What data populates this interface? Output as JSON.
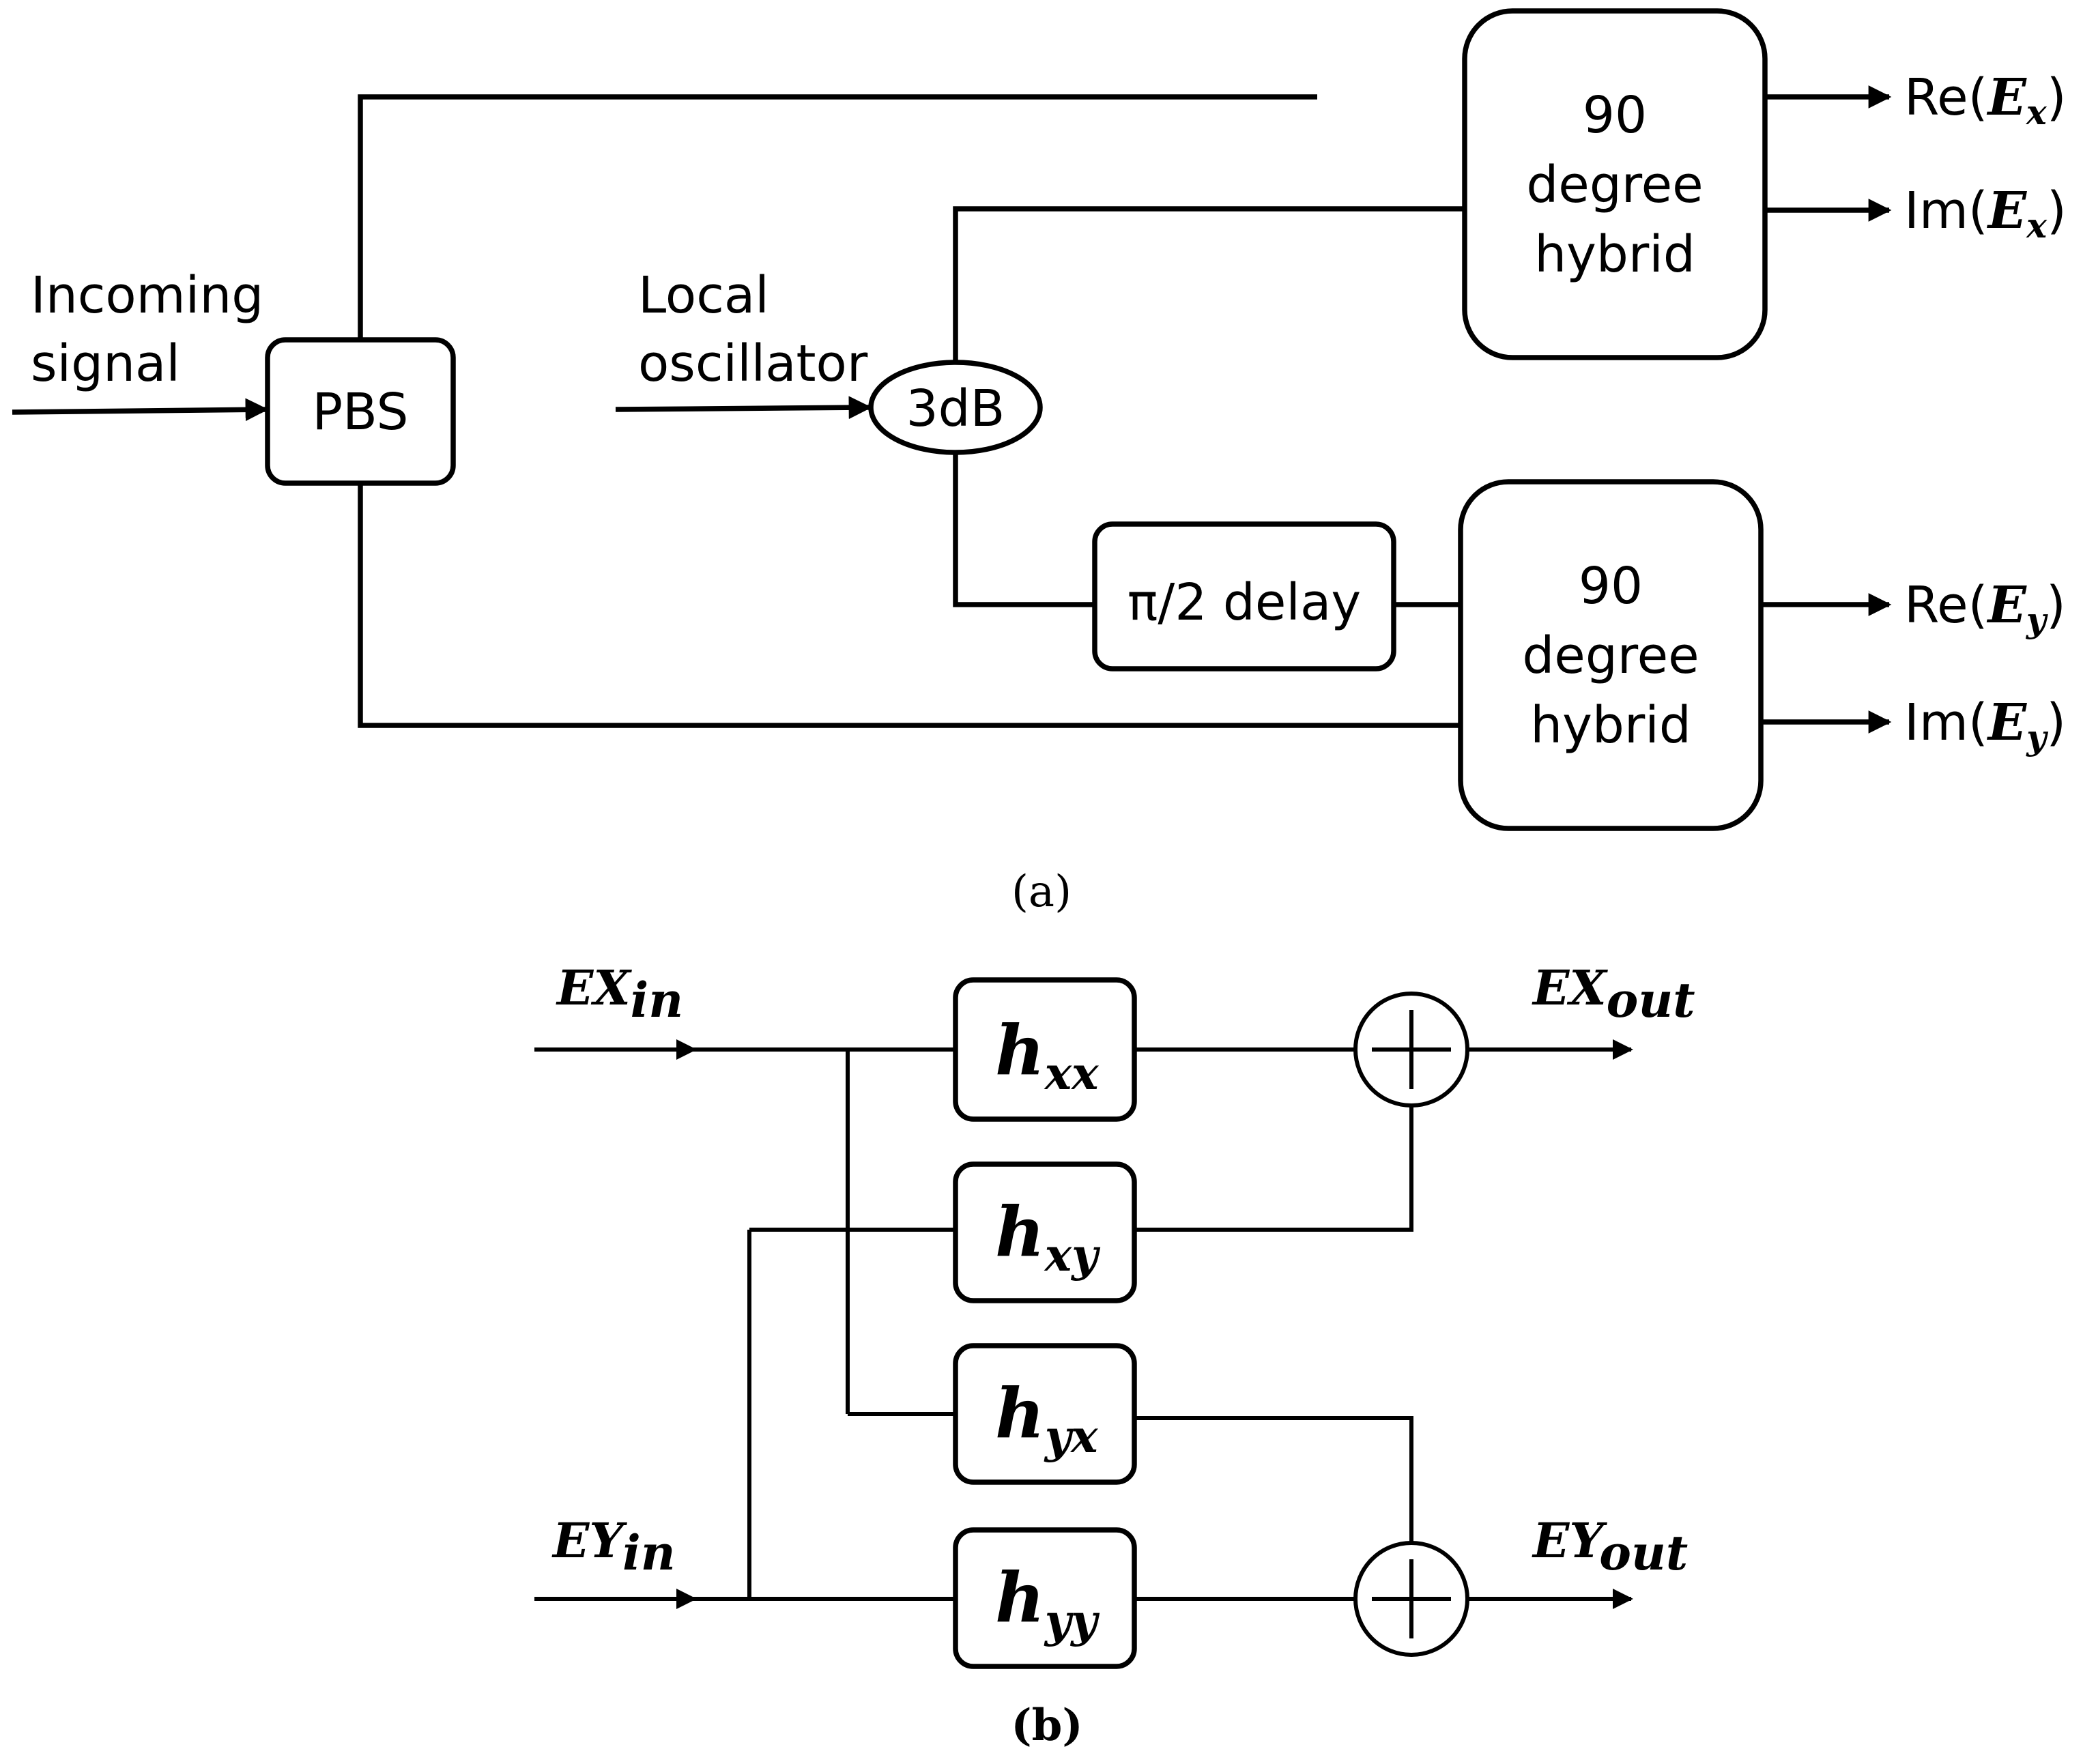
{
  "diagram_a": {
    "input_label_line1": "Incoming",
    "input_label_line2": "signal",
    "pbs_label": "PBS",
    "lo_label_line1": "Local",
    "lo_label_line2": "oscillator",
    "coupler_label": "3dB",
    "delay_label": "π/2 delay",
    "hybrid_top": {
      "line1": "90",
      "line2": "degree",
      "line3": "hybrid"
    },
    "hybrid_bottom": {
      "line1": "90",
      "line2": "degree",
      "line3": "hybrid"
    },
    "outputs": [
      {
        "prefix": "Re(",
        "var": "E",
        "sub": "x",
        "suffix": ")"
      },
      {
        "prefix": "Im(",
        "var": "E",
        "sub": "x",
        "suffix": ")"
      },
      {
        "prefix": "Re(",
        "var": "E",
        "sub": "y",
        "suffix": ")"
      },
      {
        "prefix": "Im(",
        "var": "E",
        "sub": "y",
        "suffix": ")"
      }
    ],
    "caption": "(a)"
  },
  "diagram_b": {
    "ex_in": {
      "main": "EX",
      "sub": "in"
    },
    "ey_in": {
      "main": "EY",
      "sub": "in"
    },
    "ex_out": {
      "main": "EX",
      "sub": "out"
    },
    "ey_out": {
      "main": "EY",
      "sub": "out"
    },
    "filters": [
      {
        "main": "h",
        "sub": "xx"
      },
      {
        "main": "h",
        "sub": "xy"
      },
      {
        "main": "h",
        "sub": "yx"
      },
      {
        "main": "h",
        "sub": "yy"
      }
    ],
    "caption": "(b)"
  }
}
